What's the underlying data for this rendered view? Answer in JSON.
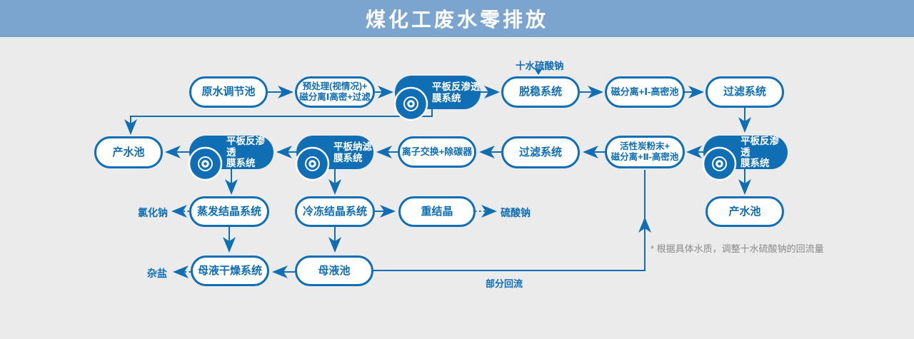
{
  "header": {
    "title": "煤化工废水零排放"
  },
  "colors": {
    "header_bg": "#7ba4ce",
    "canvas_bg": "#ebebec",
    "flow_blue": "#0f6eb4",
    "note_gray": "#8a8a8a",
    "pill_fill_white": "#ffffff"
  },
  "icons": [
    {
      "name": "membrane-disc-icon",
      "meaning": "flat-sheet membrane disc (double circle ◎)"
    }
  ],
  "nodes": [
    {
      "label": "原水调节池",
      "type": "outlined"
    },
    {
      "label": "预处理(视情况)+\n磁分离Ⅰ高密+过滤",
      "type": "outlined"
    },
    {
      "label": "平板反渗透\n膜系统",
      "type": "filled"
    },
    {
      "label": "脱稳系统",
      "type": "outlined"
    },
    {
      "label": "磁分离+Ⅰ-高密池",
      "type": "outlined"
    },
    {
      "label": "过滤系统",
      "type": "outlined"
    },
    {
      "label": "产水池",
      "type": "outlined"
    },
    {
      "label": "平板反渗透\n膜系统",
      "type": "filled"
    },
    {
      "label": "平板纳滤\n膜系统",
      "type": "filled"
    },
    {
      "label": "离子交换+除碳器",
      "type": "outlined"
    },
    {
      "label": "过滤系统",
      "type": "outlined"
    },
    {
      "label": "活性炭粉末+\n磁分离+Ⅱ-高密池",
      "type": "outlined"
    },
    {
      "label": "平板反渗透\n膜系统",
      "type": "filled"
    },
    {
      "label": "蒸发结晶系统",
      "type": "outlined"
    },
    {
      "label": "冷冻结晶系统",
      "type": "outlined"
    },
    {
      "label": "重结晶",
      "type": "outlined"
    },
    {
      "label": "产水池",
      "type": "outlined"
    },
    {
      "label": "母液干燥系统",
      "type": "outlined"
    },
    {
      "label": "母液池",
      "type": "outlined"
    }
  ],
  "labels": {
    "sodium_sulfate_decahydrate": "十水硫酸钠",
    "sodium_chloride": "氯化钠",
    "sodium_sulfate": "硫酸钠",
    "mixed_salt": "杂盐",
    "partial_reflux": "部分回流",
    "note": "* 根据具体水质，调整十水硫酸钠的回流量"
  }
}
